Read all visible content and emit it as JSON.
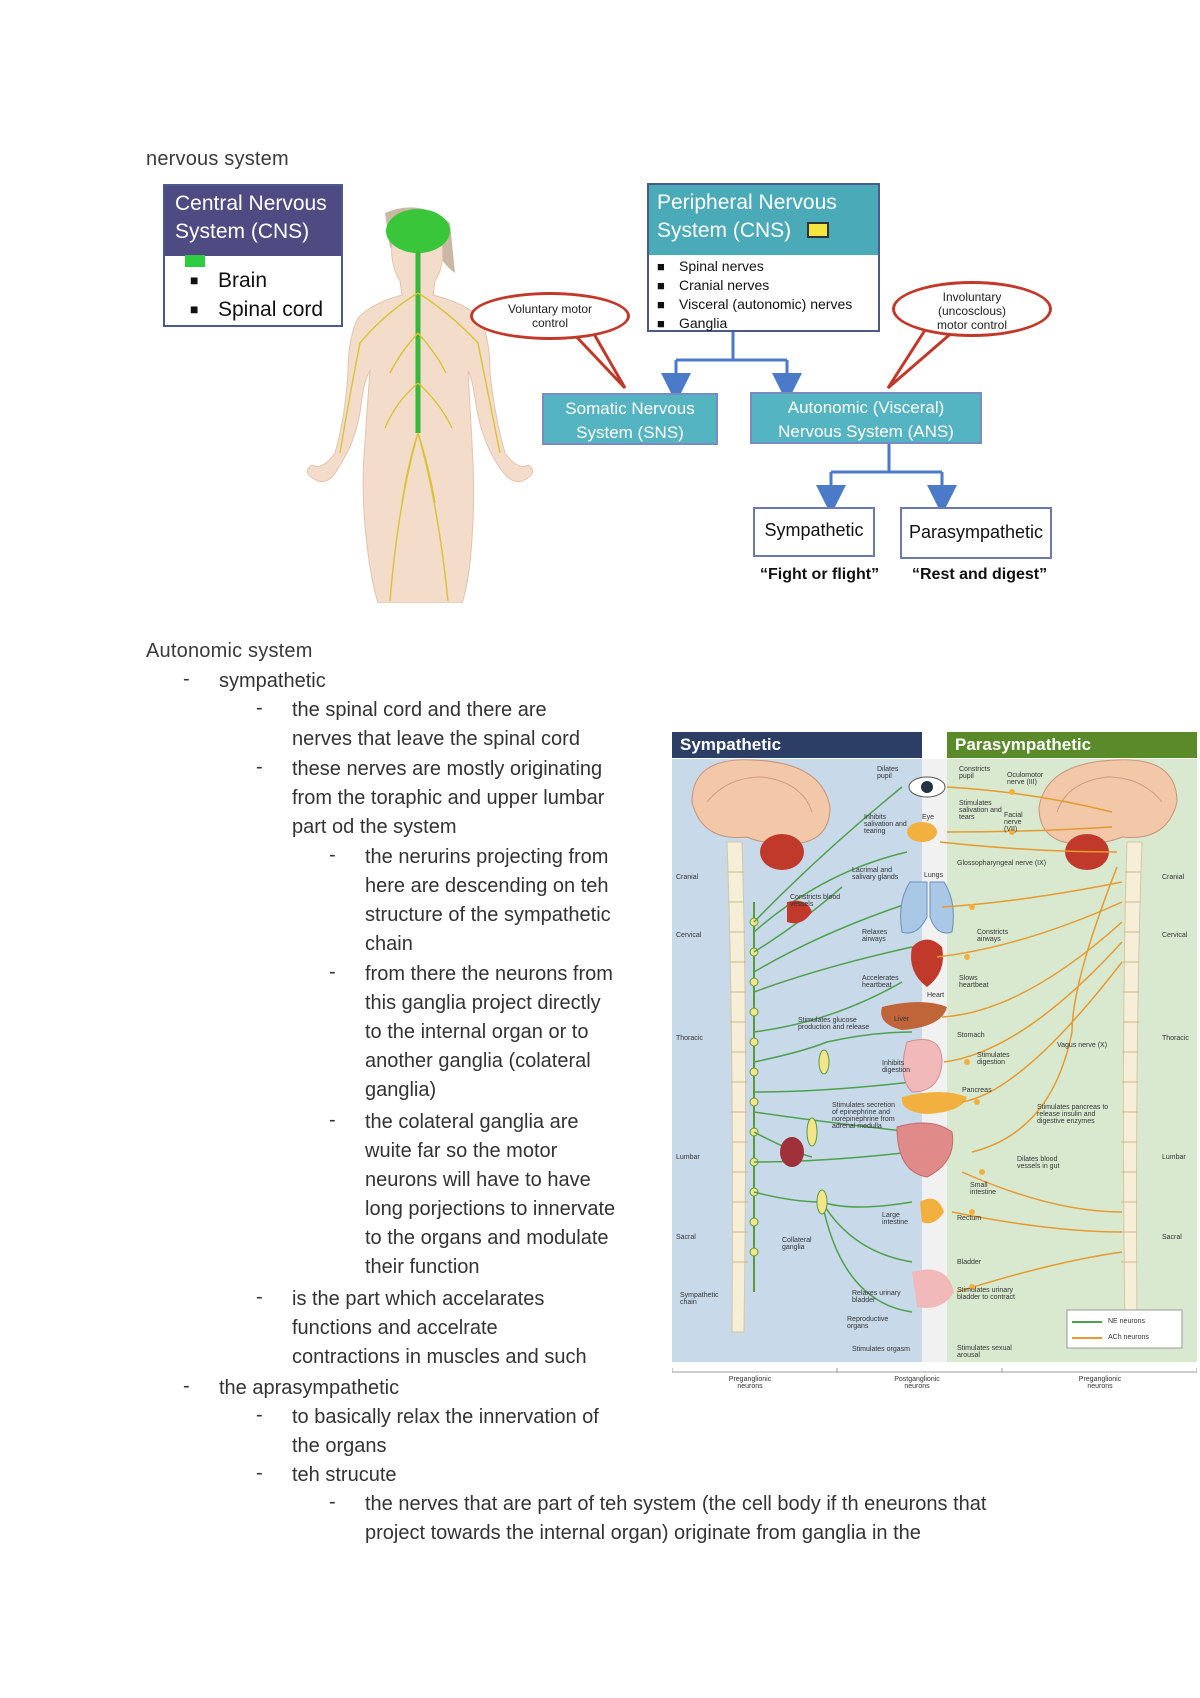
{
  "section1_heading": "nervous system",
  "cns": {
    "title_line1": "Central Nervous",
    "title_line2": "System (CNS)",
    "items": [
      "Brain",
      "Spinal cord"
    ],
    "swatch_color": "#2ecc40"
  },
  "pns": {
    "title_line1": "Peripheral  Nervous",
    "title_line2": "System (CNS)",
    "items": [
      "Spinal nerves",
      "Cranial nerves",
      "Visceral (autonomic) nerves",
      "Ganglia"
    ],
    "swatch_color": "#f4e542"
  },
  "voluntary_oval": {
    "line1": "Voluntary motor",
    "line2": "control"
  },
  "involuntary_oval": {
    "line1": "Involuntary",
    "line2": "(uncosclous)",
    "line3": "motor control"
  },
  "sns": {
    "line1": "Somatic Nervous",
    "line2": "System (SNS)"
  },
  "ans": {
    "line1": "Autonomic (Visceral)",
    "line2": "Nervous System (ANS)"
  },
  "sympathetic_box": "Sympathetic",
  "parasympathetic_box": "Parasympathetic",
  "sympathetic_quote": "“Fight or flight”",
  "parasympathetic_quote": "“Rest and digest”",
  "section2_heading": "Autonomic system",
  "notes": {
    "sympathetic": "sympathetic",
    "s1_l1": "the spinal cord and there are",
    "s1_l2": "nerves that leave the spinal cord",
    "s2_l1": "these nerves are mostly originating",
    "s2_l2": "from the toraphic and upper lumbar",
    "s2_l3": "part od the system",
    "s3_l1": "the nerurins projecting from",
    "s3_l2": "here are descending on teh",
    "s3_l3": "structure of the sympathetic",
    "s3_l4": "chain",
    "s4_l1": "from there the neurons from",
    "s4_l2": "this ganglia project directly",
    "s4_l3": "to the internal organ or to",
    "s4_l4": "another ganglia (colateral",
    "s4_l5": "ganglia)",
    "s5_l1": "the colateral ganglia are",
    "s5_l2": "wuite far so the motor",
    "s5_l3": "neurons will have to have",
    "s5_l4": "long porjections to innervate",
    "s5_l5": "to the organs and modulate",
    "s5_l6": "their function",
    "s6_l1": "is the part which accelarates",
    "s6_l2": "functions and accelrate",
    "s6_l3": "contractions in muscles and such",
    "parasympathetic": "the aprasympathetic",
    "p1_l1": "to basically relax the innervation of",
    "p1_l2": "the organs",
    "p2": "teh strucute",
    "p3_l1": "the nerves that are part of teh system (the cell body if th eneurons that",
    "p3_l2": "project towards the internal organ) originate from ganglia in the"
  },
  "ans_figure": {
    "sym_header": "Sympathetic",
    "para_header": "Parasympathetic",
    "sym_color": "#2c3e63",
    "para_color": "#5a8a2a",
    "regions_left": [
      "Cranial",
      "Cervical",
      "Thoracic",
      "Lumbar",
      "Sacral"
    ],
    "regions_right": [
      "Cranial",
      "Cervical",
      "Thoracic",
      "Lumbar",
      "Sacral"
    ],
    "sym_labels": [
      "Dilates pupil",
      "Inhibits salivation and tearing",
      "Lacrimal and salivary glands",
      "Constricts blood vessels",
      "Relaxes airways",
      "Accelerates heartbeat",
      "Stimulates glucose production and release",
      "Inhibits digestion",
      "Stimulates secretion of epinephrine and norepinephrine from adrenal medulla",
      "Collateral ganglia",
      "Large intestine",
      "Relaxes urinary bladder",
      "Reproductive organs",
      "Stimulates orgasm",
      "Sympathetic chain"
    ],
    "para_labels": [
      "Constricts pupil",
      "Oculomotor nerve (III)",
      "Stimulates salivation and tears",
      "Facial nerve (VII)",
      "Glossopharyngeal nerve (IX)",
      "Constricts airways",
      "Slows heartbeat",
      "Stomach",
      "Stimulates digestion",
      "Vagus nerve (X)",
      "Pancreas",
      "Stimulates pancreas to release insulin and digestive enzymes",
      "Dilates blood vessels in gut",
      "Small intestine",
      "Rectum",
      "Bladder",
      "Stimulates urinary bladder to contract",
      "Stimulates sexual arousal"
    ],
    "center_labels": [
      "Eye",
      "Lungs",
      "Heart",
      "Liver"
    ],
    "legend": [
      "NE neurons",
      "ACh neurons"
    ],
    "bottom": [
      "Preganglionic neurons",
      "Postganglionic neurons",
      "Preganglionic neurons"
    ]
  }
}
